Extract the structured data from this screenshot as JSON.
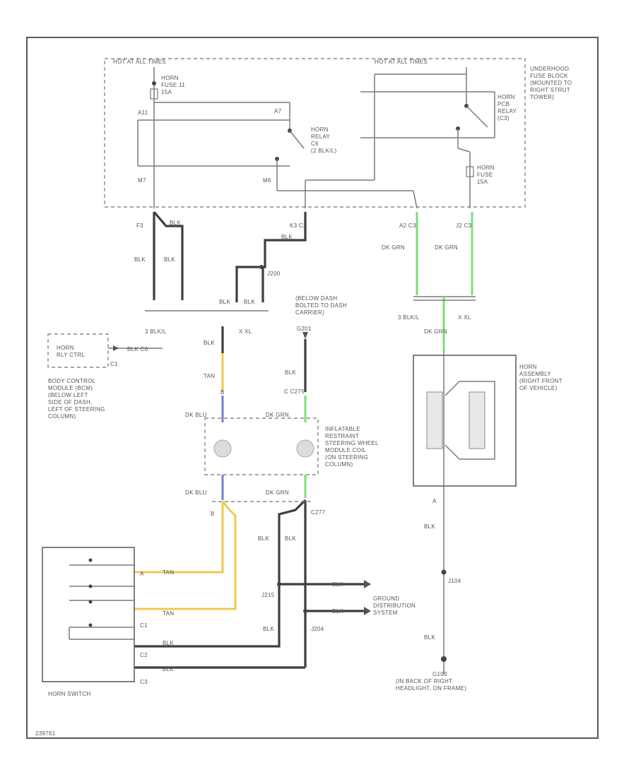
{
  "colors": {
    "green_wire": "#7fdc7f",
    "yellow_wire": "#f0c850",
    "blue_wire": "#6f7fd8",
    "black_wire": "#3e3e3e"
  },
  "labels": {
    "hot_left": "HOT AT ALL TIMES",
    "hot_right": "HOT AT ALL TIMES",
    "underhood": "UNDERHOOD\nFUSE BLOCK\n(MOUNTED TO\nRIGHT STRUT\nTOWER)",
    "horn_fuse_11": "HORN\nFUSE 11\n15A",
    "a11": "A11",
    "a7": "A7",
    "horn_relay": "HORN\nRELAY\nC6\n(2 BLK/L)",
    "m7": "M7",
    "m6": "M6",
    "horn_pcb_relay": "HORN\nPCB\nRELAY\n(C3)",
    "horn_fuse_15a": "HORN\nFUSE\n15A",
    "f3": "F3",
    "blk_top": "BLK",
    "k3c2": "K3  C2",
    "a2c3": "A2  C3",
    "j2c3": "J2  C3",
    "blk_1": "BLK",
    "blk_2": "BLK",
    "blk_3": "BLK",
    "blk_4": "BLK",
    "blk_5": "BLK",
    "j200": "J200",
    "dk_grn_1": "DK GRN",
    "dk_grn_2": "DK GRN",
    "blk_l_left": "3 BLK/L",
    "xl_left": "X XL",
    "blk_l_right": "3 BLK/L",
    "xl_right": "X XL",
    "below_dash": "(BELOW DASH\nBOLTED TO DASH\nCARRIER)",
    "g201": "G201",
    "dk_grn_3": "DK GRN",
    "bcm_box": "HORN\nRLY CTRL",
    "bcm_wire": "BLK  C6",
    "bcm_pin": "C1",
    "bcm_desc": "BODY CONTROL\nMODULE (BCM)\n(BELOW LEFT\nSIDE OF DASH,\nLEFT OF STEERING\nCOLUMN)",
    "blk_6": "BLK",
    "tan_1": "TAN",
    "pin_b1": "B",
    "dk_blu_1": "DK BLU",
    "blk_7": "BLK",
    "c_c275": "C  C275",
    "dk_grn_4": "DK GRN",
    "irsm": "INFLATABLE\nRESTRAINT\nSTEERING WHEEL\nMODULE COIL\n(ON STEERING\nCOLUMN)",
    "horn_assy": "HORN\nASSEMBLY\n(RIGHT FRONT\nOF VEHICLE)",
    "dk_blu_2": "DK BLU",
    "dk_grn_5": "DK GRN",
    "pin_b2": "B",
    "c277": "C277",
    "pin_a": "A",
    "blk_8": "BLK",
    "blk_9": "BLK",
    "blk_10": "BLK",
    "tan_2": "TAN",
    "tan_3": "TAN",
    "j215": "J215",
    "j204": "J204",
    "j104": "J104",
    "blk_11": "BLK",
    "blk_12": "BLK",
    "blk_13": "BLK",
    "blk_14": "BLK",
    "blk_15": "BLK",
    "blk_16": "BLK",
    "ground_dist": "GROUND\nDISTRIBUTION\nSYSTEM",
    "sw_pin_a": "A",
    "sw_pin_c1": "C1",
    "sw_pin_c2": "C2",
    "sw_pin_c3": "C3",
    "g103": "G103",
    "g103_desc": "(IN BACK OF RIGHT\nHEADLIGHT, ON FRAME)",
    "horn_switch": "HORN SWITCH",
    "fig_id": "239761"
  }
}
